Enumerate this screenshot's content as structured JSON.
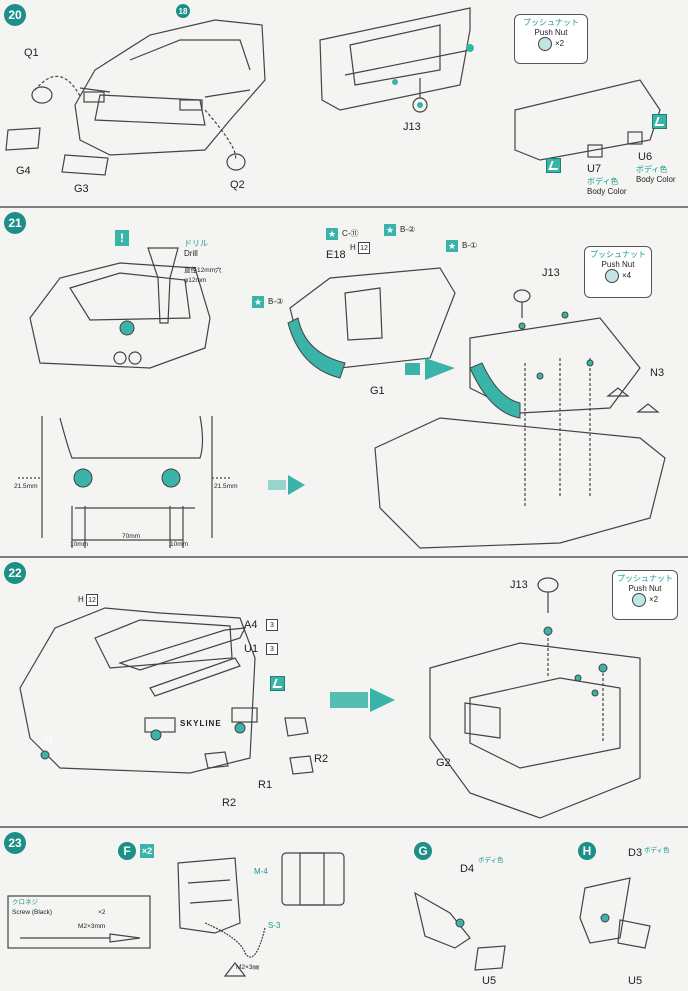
{
  "steps": {
    "s20": {
      "number": "20",
      "marker18": "18",
      "parts": {
        "q1": "Q1",
        "q2": "Q2",
        "g4": "G4",
        "g3": "G3",
        "j13": "J13",
        "u6": "U6",
        "u7": "U7"
      },
      "push_nut": {
        "jp": "プッシュナット",
        "en": "Push Nut",
        "qty": "×2"
      },
      "body_color": {
        "jp": "ボディ色",
        "en": "Body Color"
      }
    },
    "s21": {
      "number": "21",
      "drill": {
        "jp": "ドリル",
        "en": "Drill"
      },
      "hole": {
        "jp": "直径12mm穴",
        "en": "φ12mm"
      },
      "parts": {
        "e18": "E18",
        "h12": "H",
        "h12_box": "12",
        "g1": "G1",
        "j13": "J13",
        "n3": "N3"
      },
      "stars": {
        "c11": "C-⑪",
        "b2": "B-②",
        "b1": "B-①",
        "b3": "B-③"
      },
      "dims": {
        "h_left": "21.5mm",
        "h_right": "21.5mm",
        "w_left": "10mm",
        "w_mid": "70mm",
        "w_right": "10mm"
      },
      "push_nut": {
        "jp": "プッシュナット",
        "en": "Push Nut",
        "qty": "×4"
      }
    },
    "s22": {
      "number": "22",
      "parts": {
        "h12": "H",
        "h12_box": "12",
        "a4": "A4",
        "a4_box": "3",
        "u1": "U1",
        "u1_box": "3",
        "r1": "R1",
        "r2a": "R2",
        "r2b": "R2",
        "g2": "G2",
        "j13": "J13",
        "dot21": "21"
      },
      "badge": "SKYLINE",
      "push_nut": {
        "jp": "プッシュナット",
        "en": "Push Nut",
        "qty": "×2"
      }
    },
    "s23": {
      "number": "23",
      "f_label": "F",
      "f_qty": "×2",
      "m4": "M-4",
      "s3": "S-3",
      "screw_box": {
        "jp": "クロネジ",
        "en": "Screw (Black)",
        "qty": "×2",
        "size": "M2×3mm"
      },
      "screw_note": "M2×3㎜",
      "g_label": "G",
      "h_label": "H",
      "d4": "D4",
      "d4_jp": "ボディ色",
      "d3": "D3",
      "d3_jp": "ボディ色",
      "u5a": "U5",
      "u5b": "U5"
    }
  },
  "colors": {
    "teal": "#3ab3a8",
    "accent": "#1c8f86",
    "line": "#444444"
  }
}
